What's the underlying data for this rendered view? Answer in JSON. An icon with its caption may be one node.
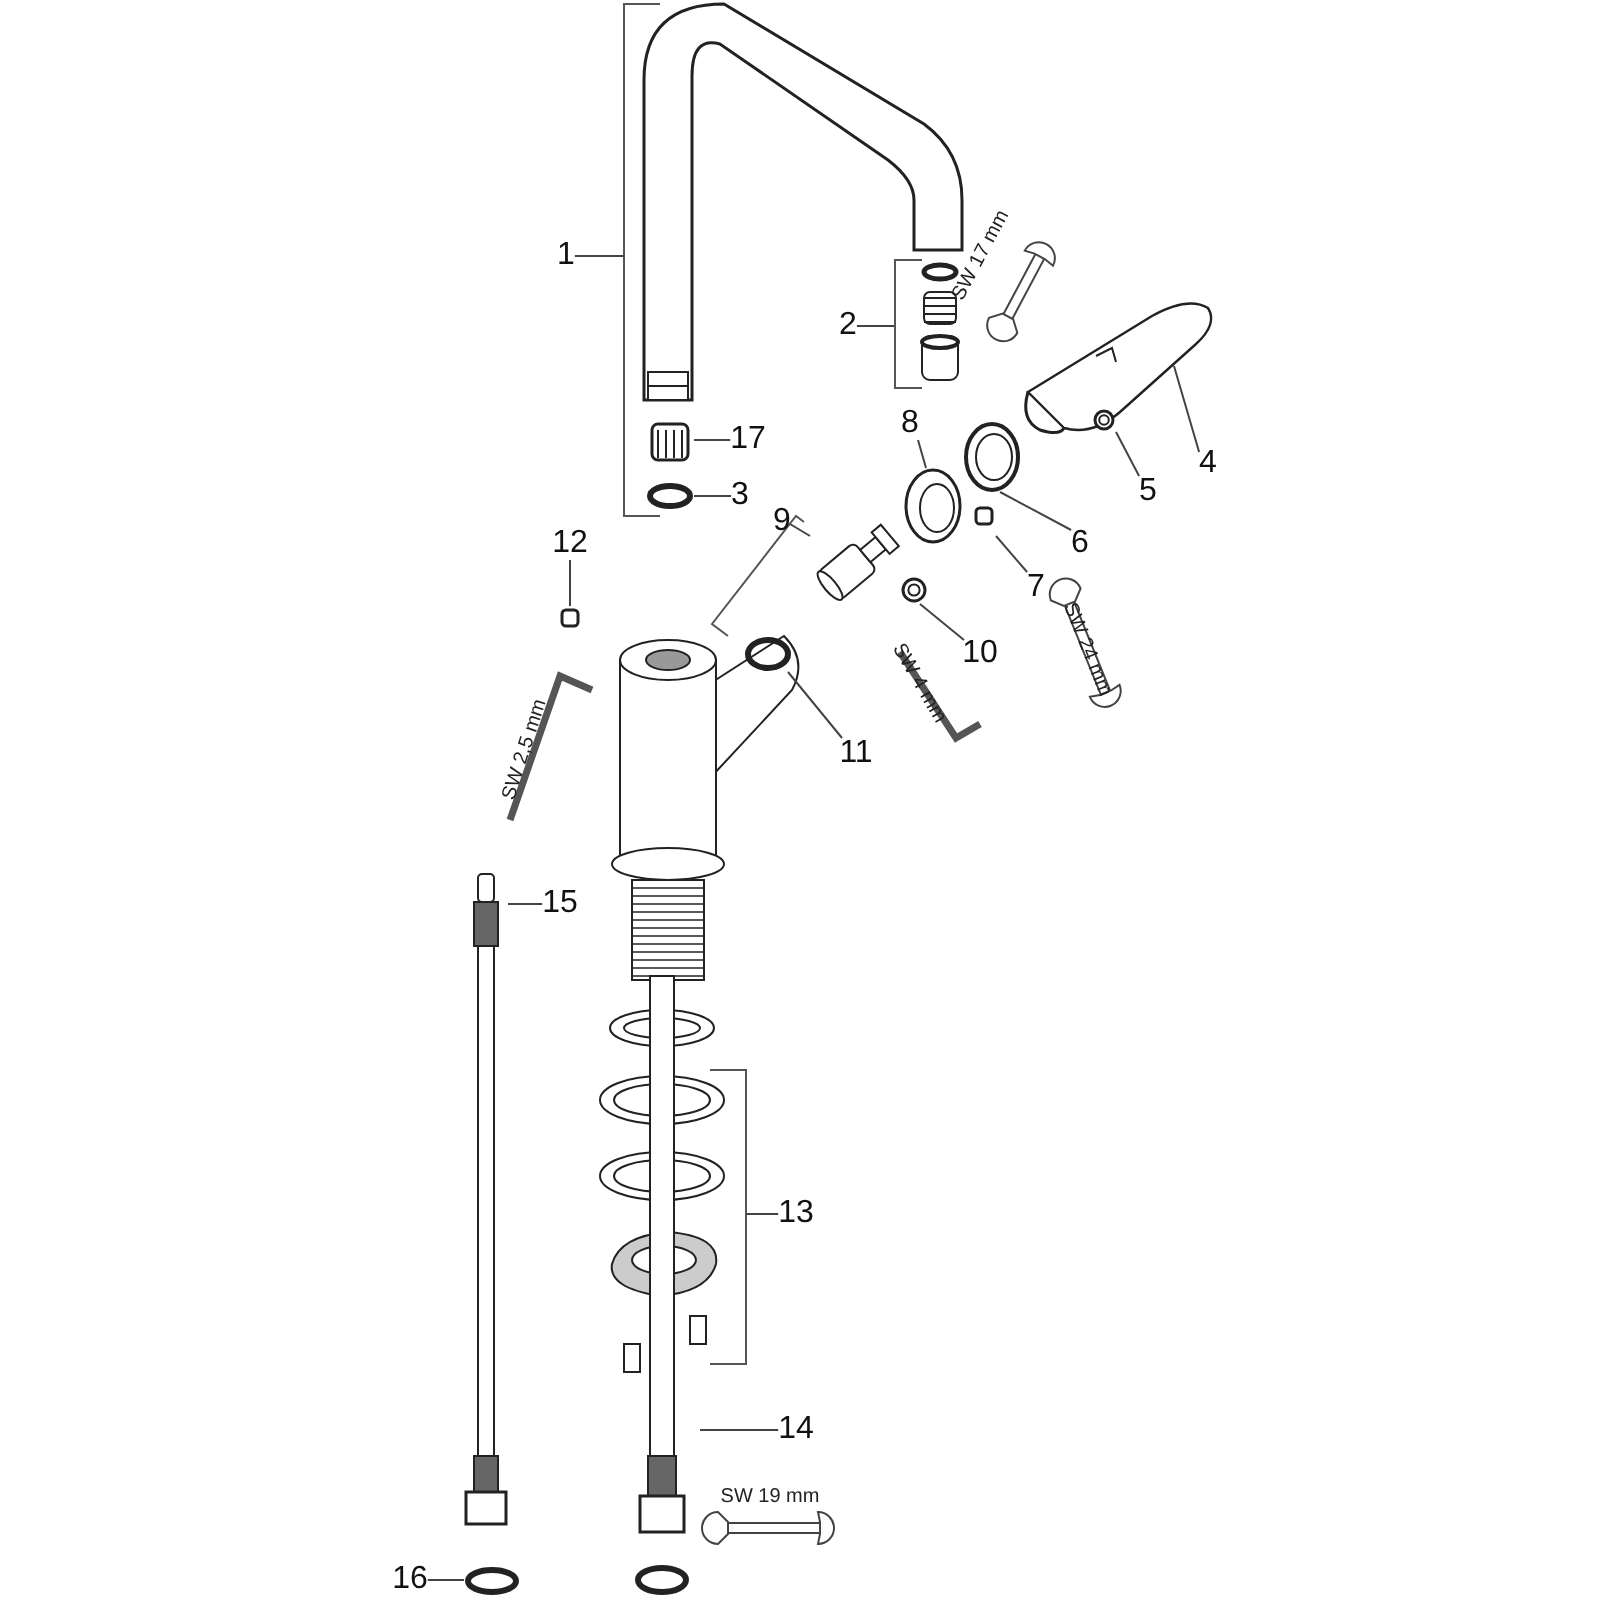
{
  "diagram": {
    "nodes": [
      {
        "text": [
          "1"
        ]
      },
      {
        "text": [],
        "shape": "picture"
      },
      {
        "text": [
          "2"
        ],
        "in": 1
      },
      {
        "text": [],
        "shape": "picture",
        "in": 1
      },
      {
        "text": [
          "17"
        ]
      },
      {
        "text": [],
        "shape": "picture"
      },
      {
        "text": [
          "3"
        ]
      },
      {
        "text": [],
        "shape": "circle"
      },
      {
        "text": [
          "8"
        ]
      },
      {
        "text": [],
        "shape": "picture"
      },
      {
        "text": [
          "4"
        ]
      },
      {
        "text": [],
        "shape": "picture"
      },
      {
        "text": [
          "5"
        ]
      },
      {
        "text": [],
        "shape": "picture",
        "in": 11
      },
      {
        "text": [
          "6"
        ]
      },
      {
        "text": [],
        "shape": "picture"
      },
      {
        "text": [
          "7"
        ]
      },
      {
        "text": [],
        "shape": "box"
      },
      {
        "text": [
          "9"
        ]
      },
      {
        "text": [],
        "shape": "picture"
      },
      {
        "text": [
          "12"
        ]
      },
      {
        "text": [],
        "shape": "box"
      },
      {
        "text": [
          "10"
        ]
      },
      {
        "text": [],
        "shape": "picture"
      },
      {
        "text": [
          "11"
        ]
      },
      {
        "text": [],
        "shape": "circle"
      },
      {
        "text": [
          "15"
        ]
      },
      {
        "text": [],
        "shape": "picture"
      },
      {
        "text": [
          "13"
        ]
      },
      {
        "text": [],
        "shape": "picture"
      },
      {
        "text": [
          "14"
        ]
      },
      {
        "text": [],
        "shape": "picture"
      },
      {
        "text": [
          "16"
        ]
      },
      {
        "text": [],
        "shape": "circle"
      }
    ],
    "edges": [
      {
        "from": 0,
        "to": 1,
        "arrow": "none"
      },
      {
        "from": 2,
        "to": 3,
        "arrow": "none"
      },
      {
        "from": 4,
        "to": 5,
        "arrow": "none"
      },
      {
        "from": 6,
        "to": 7,
        "arrow": "none"
      },
      {
        "from": 8,
        "to": 9,
        "arrow": "none"
      },
      {
        "from": 10,
        "to": 11,
        "arrow": "none"
      },
      {
        "from": 12,
        "to": 13,
        "arrow": "none"
      },
      {
        "from": 14,
        "to": 15,
        "arrow": "none"
      },
      {
        "from": 16,
        "to": 17,
        "arrow": "none"
      },
      {
        "from": 18,
        "to": 19,
        "arrow": "none"
      },
      {
        "from": 20,
        "to": 21,
        "arrow": "none"
      },
      {
        "from": 22,
        "to": 23,
        "arrow": "none"
      },
      {
        "from": 24,
        "to": 25,
        "arrow": "none"
      },
      {
        "from": 26,
        "to": 27,
        "arrow": "none"
      },
      {
        "from": 28,
        "to": 29,
        "arrow": "none"
      },
      {
        "from": 30,
        "to": 31,
        "arrow": "none"
      },
      {
        "from": 32,
        "to": 33,
        "arrow": "none"
      }
    ],
    "labels": [
      "SW 17 mm",
      "SW 24 mm",
      "SW 2,5 mm",
      "SW 4 mm",
      "SW 19 mm"
    ]
  }
}
